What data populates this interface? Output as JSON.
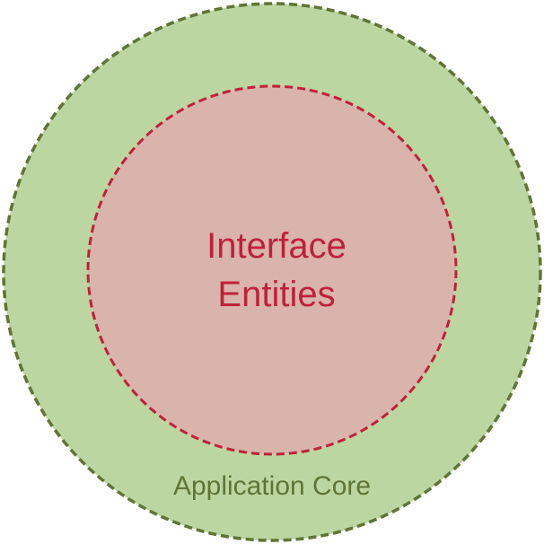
{
  "diagram": {
    "outer_circle": {
      "label": "Application Core",
      "fill": "#bcd6a1",
      "stroke": "#5f7436",
      "text_color": "#5f7436"
    },
    "inner_circle": {
      "label_line1": "Interface",
      "label_line2": "Entities",
      "fill": "#d8b4aa",
      "stroke": "#c1203a",
      "text_color": "#c1203a"
    }
  }
}
